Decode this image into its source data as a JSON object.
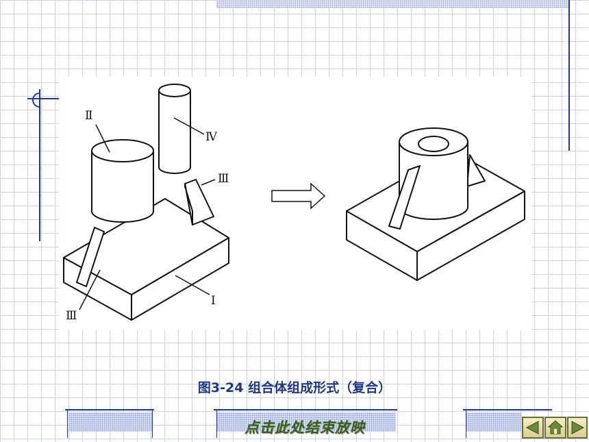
{
  "slide": {
    "caption": "图3-24  组合体组成形式（复合）",
    "end_show_label": "点击此处结束放映"
  },
  "figure": {
    "labels": {
      "part1": "Ⅰ",
      "part2": "Ⅱ",
      "part3_top": "Ⅲ",
      "part3_bottom": "Ⅲ",
      "part4": "Ⅳ"
    }
  },
  "nav": {
    "icons": [
      "back-arrow-icon",
      "home-icon",
      "forward-arrow-icon"
    ]
  },
  "colors": {
    "grid": "#c9d3ee",
    "accent_lines": "#2233aa",
    "caption": "#1f3585",
    "end_show": "#3a5a2a"
  }
}
